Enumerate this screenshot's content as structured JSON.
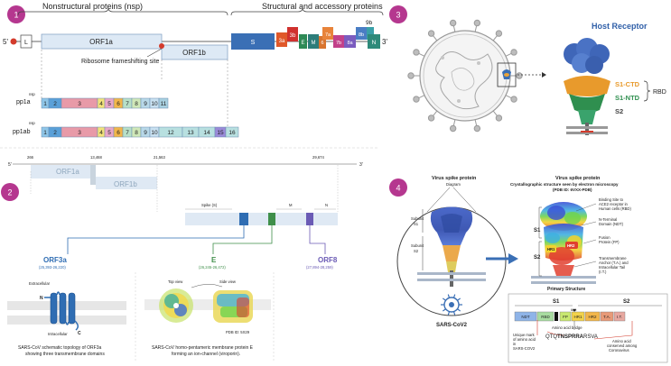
{
  "panel1": {
    "badge": "1",
    "five_prime": "5'",
    "three_prime": "3'",
    "leader": "L",
    "nsp_header": "Nonstructural proteins (nsp)",
    "structural_header": "Structural and accessory proteins",
    "orf1a": "ORF1a",
    "orf1b": "ORF1b",
    "frameshift": "Ribosome frameshifting site",
    "genes": [
      "S",
      "3a",
      "3b",
      "E",
      "M",
      "6",
      "7a",
      "7b",
      "8a",
      "8b",
      "9b",
      "N"
    ],
    "pp1a_label": "pp1a",
    "pp1ab_label": "pp1ab",
    "nsp_small": "nsp",
    "pp1a_nsps": [
      "1",
      "2",
      "3",
      "4",
      "5",
      "6",
      "7",
      "8",
      "9",
      "10",
      "11"
    ],
    "pp1ab_nsps": [
      "1",
      "2",
      "3",
      "4",
      "5",
      "6",
      "7",
      "8",
      "9",
      "10",
      "12",
      "13",
      "14",
      "15",
      "16"
    ]
  },
  "panel2": {
    "badge": "2",
    "five_prime": "5'",
    "three_prime": "3'",
    "coords": [
      "266",
      "13,468",
      "21,563",
      "29,674"
    ],
    "orf1a": "ORF1a",
    "orf1b": "ORF1b",
    "spike_label": "Spike (S)",
    "m_label": "M",
    "n_label": "N",
    "orf3a": "ORF3a",
    "orf3a_range": "(25,393-26,220)",
    "e": "E",
    "e_range": "(26,245-26,472)",
    "orf8": "ORF8",
    "orf8_range": "(27,894-28,259)",
    "extracellular": "Extracellular",
    "intracellular": "Intracellular",
    "n_term": "N",
    "c_term": "C",
    "orf3a_caption_1": "SARS-CoV schematic topology of ORF3a",
    "orf3a_caption_2": "showing three transmembrane domains",
    "top_view": "Top view",
    "side_view": "Side view",
    "pdb_e": "PDB ID: 5X29",
    "e_caption_1": "SARS-CoV homo-pentameric membrane protein E",
    "e_caption_2": "forming an ion-channel (viroporin)."
  },
  "panel3": {
    "badge": "3",
    "host_receptor": "Host Receptor",
    "s1ctd": "S1-CTD",
    "s1ntd": "S1-NTD",
    "rbd": "RBD",
    "s2": "S2"
  },
  "panel4": {
    "badge": "4",
    "left_title": "Virus spike protein",
    "left_sub": "Diagram",
    "subunit_s1_a": "Subunit",
    "subunit_s1_b": "S1",
    "subunit_s2_a": "Subunit",
    "subunit_s2_b": "S2",
    "virus_label": "SARS-CoV2",
    "right_title": "Virus spike protein",
    "right_sub_1": "Crystallographic structure seen by electron microscopy",
    "right_sub_2": "(PDB ID: 6VXX-PDB)",
    "ann_rbd_1": "Binding Site to",
    "ann_rbd_2": "ACE2 receptor in",
    "ann_rbd_3": "Human cells (RBD)",
    "ann_ntd_1": "N-Terminal",
    "ann_ntd_2": "Domain (NDT)",
    "ann_fp_1": "Fusion",
    "ann_fp_2": "Protein (FP)",
    "ann_ta_1": "Transmembrane",
    "ann_ta_2": "Anchor (T.A.) and",
    "ann_ta_3": "Intracellular Tail",
    "ann_ta_4": "(I.T.)",
    "s1": "S1",
    "s2": "S2",
    "hr1": "HR1",
    "hr2": "HR2",
    "primary": "Primary Structure",
    "ps_s1": "S1",
    "ps_s2": "S2",
    "ps_685": "685",
    "ps_segments": [
      "NDT",
      "RBD",
      "FP",
      "HR1",
      "HR2",
      "T.A.",
      "I.T."
    ],
    "unique_1": "Unique mark",
    "unique_2": "of amino acid",
    "unique_3": "in",
    "unique_4": "SARS-COV2",
    "bridge_title": "Amino acid bridge",
    "bridge_seq_pre": "QTQ",
    "bridge_seq_bold": "TNSPRRA",
    "bridge_seq_post": "RSVA",
    "conserved_1": "Amino acid",
    "conserved_2": "conserved among",
    "conserved_3": "Coronavirus"
  },
  "colors": {
    "badge": "#b5378f",
    "orf": "#dde9f5",
    "spike_blue": "#3a6fb5",
    "orf3a_blue": "#2f6db3",
    "e_green": "#3f8f4a",
    "orf8_purple": "#6b5bb5",
    "red": "#d33b2c"
  }
}
